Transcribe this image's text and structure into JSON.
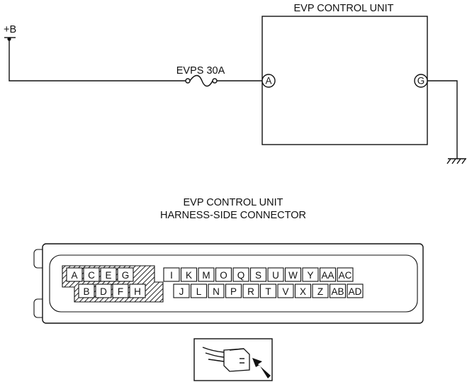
{
  "schematic": {
    "power_label": "+B",
    "fuse_label": "EVPS 30A",
    "unit_title": "EVP CONTROL UNIT",
    "terminal_a": "A",
    "terminal_g": "G"
  },
  "connector": {
    "title_line1": "EVP CONTROL UNIT",
    "title_line2": "HARNESS-SIDE CONNECTOR",
    "top_row_left": [
      "A",
      "C",
      "E",
      "G"
    ],
    "bottom_row_left": [
      "B",
      "D",
      "F",
      "H"
    ],
    "top_row_right": [
      "I",
      "K",
      "M",
      "O",
      "Q",
      "S",
      "U",
      "W",
      "Y",
      "AA",
      "AC"
    ],
    "bottom_row_right": [
      "J",
      "L",
      "N",
      "P",
      "R",
      "T",
      "V",
      "X",
      "Z",
      "AB",
      "AD"
    ],
    "shaded_pins": [
      "A",
      "C",
      "E",
      "G",
      "B",
      "D",
      "F",
      "H"
    ]
  },
  "colors": {
    "line": "#111111",
    "background": "#ffffff",
    "hatch": "#222222"
  },
  "icons": {
    "view_icon": "connector-view-arrow-icon"
  }
}
